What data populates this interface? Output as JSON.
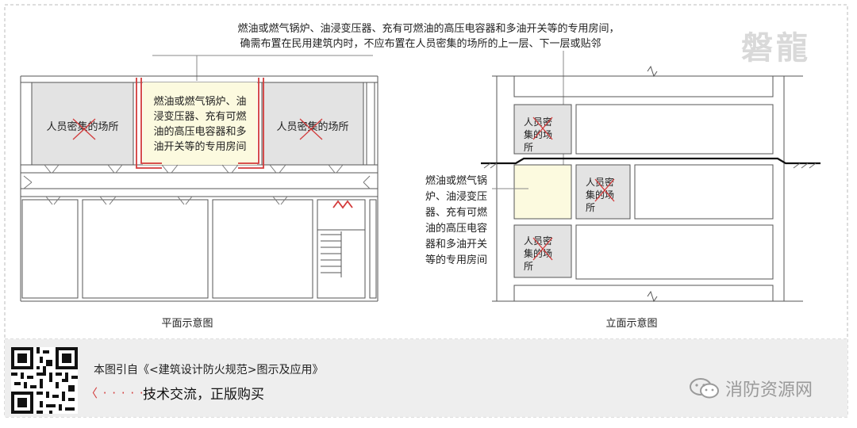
{
  "header_note": {
    "line1": "燃油或燃气锅炉、油浸变压器、充有可燃油的高压电容器和多油开关等的专用房间，",
    "line2": "确需布置在民用建筑内时，不应布置在人员密集的场所的上一层、下一层或贴邻"
  },
  "logo_text": "磐龍",
  "plan": {
    "caption": "平面示意图",
    "left_room": "人员密集的场所",
    "right_room": "人员密集的场所",
    "special_room_lines": [
      "燃油或燃气锅炉、油",
      "浸变压器、充有可燃",
      "油的高压电容器和多",
      "油开关等的专用房间"
    ]
  },
  "elevation": {
    "caption": "立面示意图",
    "special_label_lines": [
      "燃油或燃气锅",
      "炉、油浸变压",
      "器、充有可燃",
      "油的高压电容",
      "器和多油开关",
      "等的专用房间"
    ],
    "crowd_room_lines": [
      "人员密",
      "集的场",
      "所"
    ]
  },
  "footer": {
    "credit": "本图引自《<建筑设计防火规范>图示及应用》",
    "arrow": "〈 · · · · · ·",
    "cta": "技术交流，正版购买",
    "brand": "消防资源网"
  },
  "colors": {
    "red": "#d33b3b",
    "room_gray": "#e3e3e3",
    "special_fill": "#fcfadf",
    "line": "#555555"
  }
}
